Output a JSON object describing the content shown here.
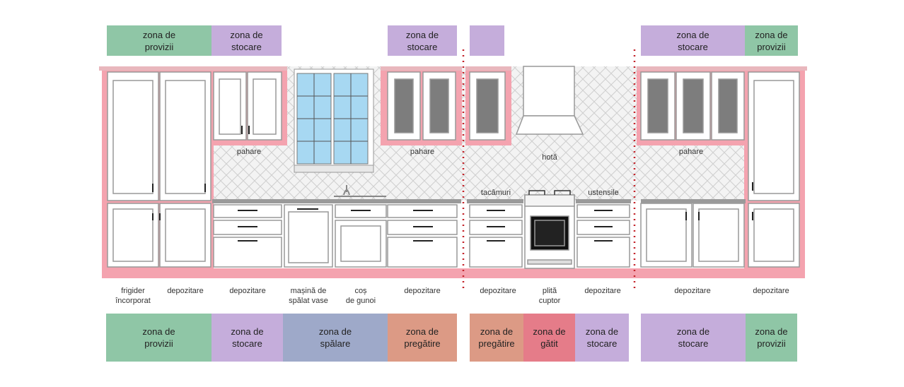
{
  "colors": {
    "provizii": "#8fc6a6",
    "stocare": "#c5addb",
    "spalare": "#9ea9c9",
    "pregatire": "#dc9a85",
    "gatit": "#e57c89",
    "frame": "#f4a3af",
    "cabinet": "#ffffff",
    "window": "#a7d8f2",
    "glass": "#7d7d7d",
    "divider": "#c4242b"
  },
  "top_zones": [
    {
      "label": "zona de\nprovizii",
      "kind": "provizii"
    },
    {
      "label": "zona de\nstocare",
      "kind": "stocare"
    },
    {
      "label": "zona de\nstocare",
      "kind": "stocare"
    },
    {
      "label": "",
      "kind": "stocare"
    },
    {
      "label": "zona de\nstocare",
      "kind": "stocare"
    },
    {
      "label": "zona de\nprovizii",
      "kind": "provizii"
    }
  ],
  "bottom_zones": [
    {
      "label": "zona de\nprovizii",
      "kind": "provizii"
    },
    {
      "label": "zona de\nstocare",
      "kind": "stocare"
    },
    {
      "label": "zona de\nspălare",
      "kind": "spalare"
    },
    {
      "label": "zona de\npregătire",
      "kind": "pregatire"
    },
    {
      "label": "zona de\npregătire",
      "kind": "pregatire"
    },
    {
      "label": "zona de\ngătit",
      "kind": "gatit"
    },
    {
      "label": "zona de\nstocare",
      "kind": "stocare"
    },
    {
      "label": "zona de\nstocare",
      "kind": "stocare"
    },
    {
      "label": "zona de\nprovizii",
      "kind": "provizii"
    }
  ],
  "wall_labels": [
    "pahare",
    "pahare",
    "hotă",
    "tacâmuri",
    "ustensile",
    "pahare"
  ],
  "floor_labels": [
    "frigider\nîncorporat",
    "depozitare",
    "depozitare",
    "mașină de\nspălat vase",
    "coș\nde gunoi",
    "depozitare",
    "depozitare",
    "plită\ncuptor",
    "depozitare",
    "depozitare",
    "depozitare"
  ]
}
